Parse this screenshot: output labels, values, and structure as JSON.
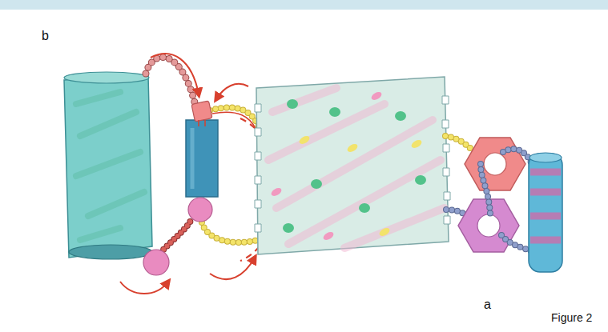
{
  "diagram": {
    "caption": "Figure 2",
    "labels": [
      "b",
      "a"
    ]
  }
}
